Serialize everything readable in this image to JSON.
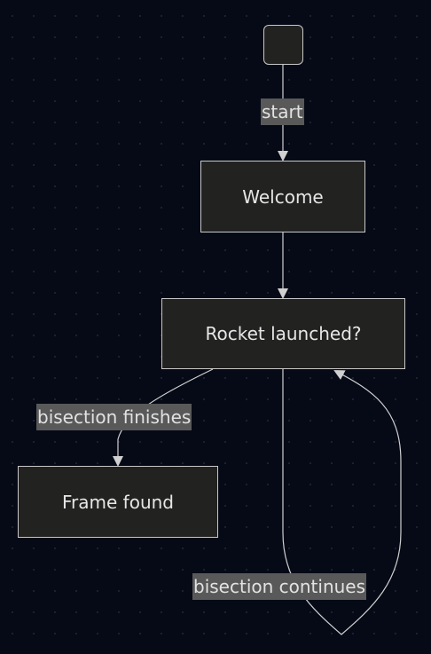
{
  "diagram": {
    "nodes": {
      "welcome": "Welcome",
      "rocket": "Rocket launched?",
      "frame": "Frame found"
    },
    "edges": {
      "start": "start",
      "finishes": "bisection finishes",
      "continues": "bisection continues"
    },
    "colors": {
      "background": "#050a16",
      "node_fill": "#222221",
      "node_border": "#c8c8c8",
      "edge": "#d0d0d0",
      "label_bg": "#595959",
      "text": "#e6e6e6"
    }
  }
}
